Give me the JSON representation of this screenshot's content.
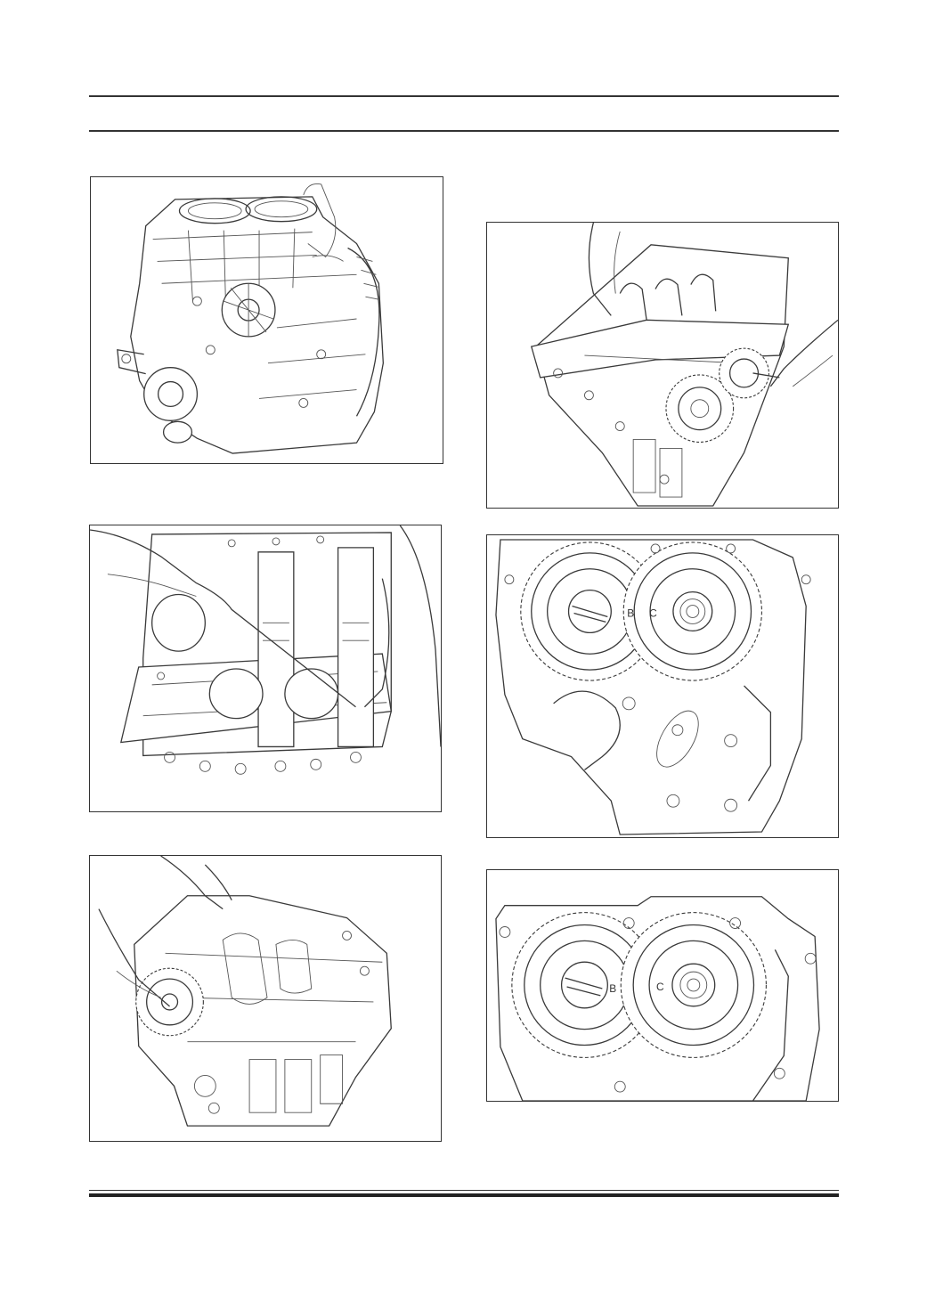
{
  "figures": [
    {
      "id": "fig1",
      "subject": "engine-block-water-pump"
    },
    {
      "id": "fig2",
      "subject": "crankshaft-bearing-check"
    },
    {
      "id": "fig3",
      "subject": "crankshaft-gear-install"
    },
    {
      "id": "fig4",
      "subject": "crankshaft-removal"
    },
    {
      "id": "fig5",
      "subject": "balance-shaft-gears-marked",
      "labels": [
        "B",
        "C"
      ]
    },
    {
      "id": "fig6",
      "subject": "balance-shaft-gears-aligned",
      "labels": [
        "B",
        "C"
      ]
    }
  ]
}
